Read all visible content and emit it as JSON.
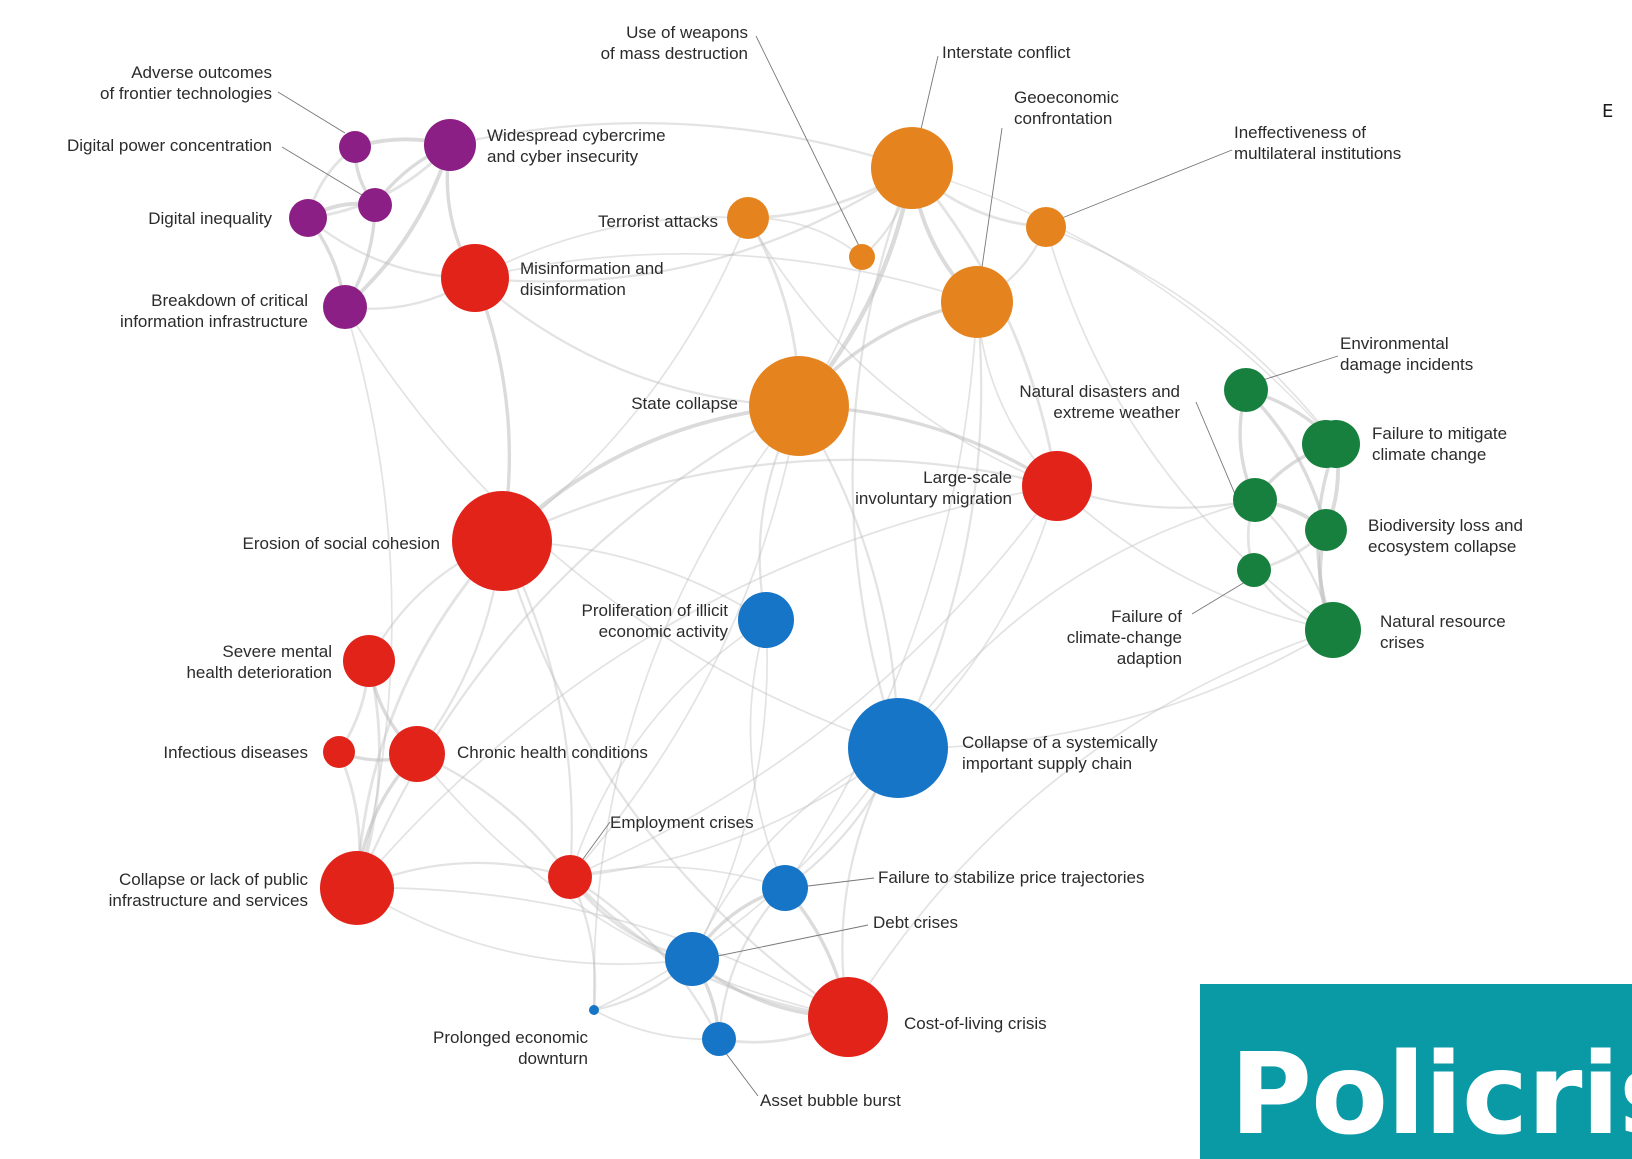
{
  "colors": {
    "technological": "#8c1f86",
    "geopolitical": "#e5841f",
    "societal": "#e2231a",
    "environmental": "#17803e",
    "economic": "#1675c6",
    "edge": "#bdbdbd",
    "banner": "#0a9aa6"
  },
  "nodes": [
    {
      "id": "adverse-outcomes",
      "category": "technological",
      "label": [
        "Adverse outcomes",
        "of frontier technologies"
      ]
    },
    {
      "id": "digital-power",
      "category": "technological",
      "label": [
        "Digital power concentration"
      ]
    },
    {
      "id": "cybercrime",
      "category": "technological",
      "label": [
        "Widespread cybercrime",
        "and cyber insecurity"
      ]
    },
    {
      "id": "digital-inequality",
      "category": "technological",
      "label": [
        "Digital inequality"
      ]
    },
    {
      "id": "breakdown-infra",
      "category": "technological",
      "label": [
        "Breakdown of critical",
        "information infrastructure"
      ]
    },
    {
      "id": "misinformation",
      "category": "societal",
      "label": [
        "Misinformation and",
        "disinformation"
      ]
    },
    {
      "id": "wmd",
      "category": "geopolitical",
      "label": [
        "Use of weapons",
        "of mass destruction"
      ]
    },
    {
      "id": "interstate-conflict",
      "category": "geopolitical",
      "label": [
        "Interstate conflict"
      ]
    },
    {
      "id": "geoeconomic",
      "category": "geopolitical",
      "label": [
        "Geoeconomic",
        "confrontation"
      ]
    },
    {
      "id": "ineffectiveness",
      "category": "geopolitical",
      "label": [
        "Ineffectiveness of",
        "multilateral institutions"
      ]
    },
    {
      "id": "terrorist-attacks",
      "category": "geopolitical",
      "label": [
        "Terrorist attacks"
      ]
    },
    {
      "id": "state-collapse",
      "category": "geopolitical",
      "label": [
        "State collapse"
      ]
    },
    {
      "id": "natural-disasters",
      "category": "environmental",
      "label": [
        "Natural disasters and",
        "extreme weather"
      ]
    },
    {
      "id": "env-damage",
      "category": "environmental",
      "label": [
        "Environmental",
        "damage incidents"
      ]
    },
    {
      "id": "climate-mitigation",
      "category": "environmental",
      "label": [
        "Failure to mitigate",
        "climate change"
      ]
    },
    {
      "id": "biodiversity",
      "category": "environmental",
      "label": [
        "Biodiversity loss and",
        "ecosystem collapse"
      ]
    },
    {
      "id": "climate-adaption",
      "category": "environmental",
      "label": [
        "Failure of",
        "climate-change",
        "adaption"
      ]
    },
    {
      "id": "natural-resource",
      "category": "environmental",
      "label": [
        "Natural resource",
        "crises"
      ]
    },
    {
      "id": "migration",
      "category": "societal",
      "label": [
        "Large-scale",
        "involuntary migration"
      ]
    },
    {
      "id": "social-cohesion",
      "category": "societal",
      "label": [
        "Erosion of social cohesion"
      ]
    },
    {
      "id": "illicit-activity",
      "category": "economic",
      "label": [
        "Proliferation of illicit",
        "economic activity"
      ]
    },
    {
      "id": "mental-health",
      "category": "societal",
      "label": [
        "Severe mental",
        "health deterioration"
      ]
    },
    {
      "id": "infectious",
      "category": "societal",
      "label": [
        "Infectious diseases"
      ]
    },
    {
      "id": "chronic-health",
      "category": "societal",
      "label": [
        "Chronic health conditions"
      ]
    },
    {
      "id": "supply-chain",
      "category": "economic",
      "label": [
        "Collapse of a systemically",
        "important supply chain"
      ]
    },
    {
      "id": "employment",
      "category": "societal",
      "label": [
        "Employment crises"
      ]
    },
    {
      "id": "public-infra",
      "category": "societal",
      "label": [
        "Collapse or lack of public",
        "infrastructure and services"
      ]
    },
    {
      "id": "price-stability",
      "category": "economic",
      "label": [
        "Failure to stabilize price trajectories"
      ]
    },
    {
      "id": "debt",
      "category": "economic",
      "label": [
        "Debt crises"
      ]
    },
    {
      "id": "downturn",
      "category": "economic",
      "label": [
        "Prolonged economic",
        "downturn"
      ]
    },
    {
      "id": "cost-of-living",
      "category": "societal",
      "label": [
        "Cost-of-living crisis"
      ]
    },
    {
      "id": "asset-bubble",
      "category": "economic",
      "label": [
        "Asset bubble burst"
      ]
    }
  ],
  "cut_letter": "E",
  "banner": {
    "text": "Policris"
  }
}
